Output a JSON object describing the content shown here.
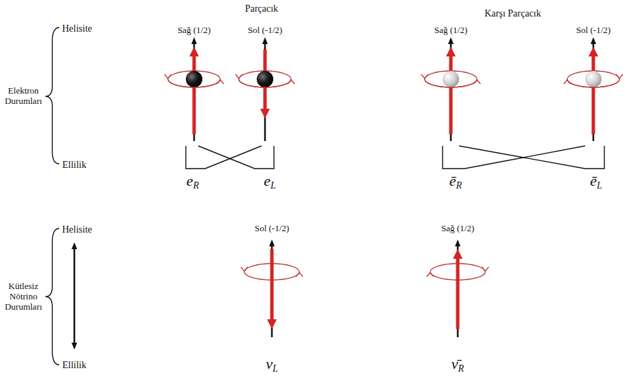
{
  "diagram": {
    "labels": [
      "Parçacık",
      "Karşı Parçacık",
      "Helisite",
      "Sağ (1/2)",
      "Sol (-1/2)",
      "Sağ (1/2)",
      "Sol (-1/2)",
      "Elektron Durumları",
      "Ellilik",
      "eR",
      "eL",
      "ēR",
      "ēL",
      "Helisite",
      "Sol (-1/2)",
      "Sağ (1/2)",
      "Kütlesiz Nötrino Durumları",
      "Ellilik",
      "νL",
      "ν̄R"
    ]
  }
}
